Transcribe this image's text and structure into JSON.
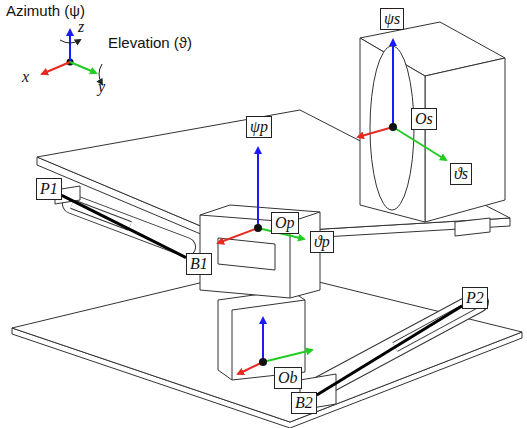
{
  "diagram": {
    "nodes": [
      {
        "text": [
          "ψs"
        ]
      },
      {
        "text": [
          "Os"
        ]
      },
      {
        "text": [
          "ϑs"
        ]
      },
      {
        "text": [
          "ψp"
        ]
      },
      {
        "text": [
          "Op"
        ]
      },
      {
        "text": [
          "ϑp"
        ]
      },
      {
        "text": [
          "P1"
        ]
      },
      {
        "text": [
          "B1"
        ]
      },
      {
        "text": [
          "Ob"
        ]
      },
      {
        "text": [
          "P2"
        ]
      },
      {
        "text": [
          "B2"
        ]
      }
    ],
    "edges": [
      {
        "from": 6,
        "to": 7,
        "arrow": "none"
      },
      {
        "from": 9,
        "to": 10,
        "arrow": "none"
      }
    ],
    "labels": [
      "Azimuth (ψ)",
      "z",
      "x",
      "Elevation (ϑ)",
      "y"
    ]
  }
}
